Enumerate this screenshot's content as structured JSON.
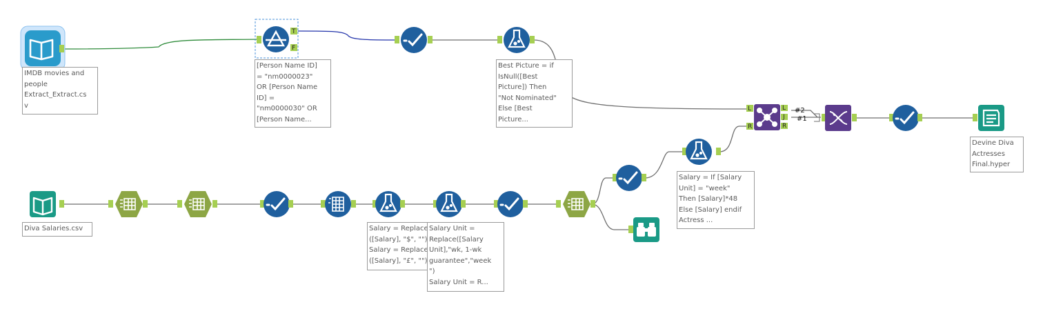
{
  "colors": {
    "connector_gray": "#6e6e6e",
    "connector_green": "#2e8b3a",
    "connector_blue": "#2233aa",
    "anchor_green": "#a6cf52",
    "tool_blue": "#1f5f9e",
    "tool_teal": "#1a9a86",
    "tool_olive": "#8da645",
    "tool_purple": "#5b3b8c",
    "selection_blue": "#4a90d9"
  },
  "tools": [
    {
      "id": "input_imdb",
      "icon": "book-icon",
      "label": "IMDB movies and\npeople\nExtract_Extract.cs\nv"
    },
    {
      "id": "filter",
      "icon": "filter-icon",
      "label": "[Person Name ID]\n= \"nm0000023\"\nOR [Person Name\nID] =\n\"nm0000030\" OR\n[Person Name..."
    },
    {
      "id": "select_1",
      "icon": "checkmark-icon",
      "label": ""
    },
    {
      "id": "formula_best_picture",
      "icon": "flask-icon",
      "label": "Best Picture = if\nIsNull([Best\nPicture]) Then\n\"Not Nominated\"\nElse [Best\nPicture..."
    },
    {
      "id": "join",
      "icon": "join-icon",
      "label": ""
    },
    {
      "id": "dna",
      "icon": "dna-icon",
      "label": ""
    },
    {
      "id": "select_2",
      "icon": "checkmark-icon",
      "label": ""
    },
    {
      "id": "output",
      "icon": "output-book-icon",
      "label": "Devine Diva\nActresses\nFinal.hyper"
    },
    {
      "id": "input_salaries",
      "icon": "book-icon",
      "label": "Diva Salaries.csv"
    },
    {
      "id": "text_to_columns_1",
      "icon": "table-icon",
      "label": ""
    },
    {
      "id": "text_to_columns_2",
      "icon": "table-icon",
      "label": ""
    },
    {
      "id": "select_3",
      "icon": "checkmark-icon",
      "label": ""
    },
    {
      "id": "multi_field",
      "icon": "grid-sparkle-icon",
      "label": ""
    },
    {
      "id": "formula_salary_replace",
      "icon": "flask-icon",
      "label": "Salary = Replace\n([Salary], \"$\", \"\")\nSalary = Replace\n([Salary], \"£\", \"\")"
    },
    {
      "id": "formula_salary_unit",
      "icon": "flask-icon",
      "label": "Salary Unit =\nReplace([Salary\nUnit],\"wk, 1-wk\nguarantee\",\"week\n\")\nSalary Unit = R..."
    },
    {
      "id": "select_4",
      "icon": "checkmark-icon",
      "label": ""
    },
    {
      "id": "text_to_columns_3",
      "icon": "table-icon",
      "label": ""
    },
    {
      "id": "select_5",
      "icon": "checkmark-icon",
      "label": ""
    },
    {
      "id": "browse",
      "icon": "binoculars-icon",
      "label": ""
    },
    {
      "id": "formula_salary_week",
      "icon": "flask-icon",
      "label": "Salary = If [Salary\nUnit] = \"week\"\nThen [Salary]*48\nElse [Salary] endif\nActress ..."
    }
  ],
  "filter_anchors": [
    "T",
    "F"
  ],
  "join_input_anchors": [
    "L",
    "R"
  ],
  "join_output_anchors": [
    "L",
    "J",
    "R"
  ],
  "connection_labels": [
    "#2",
    "#1"
  ]
}
